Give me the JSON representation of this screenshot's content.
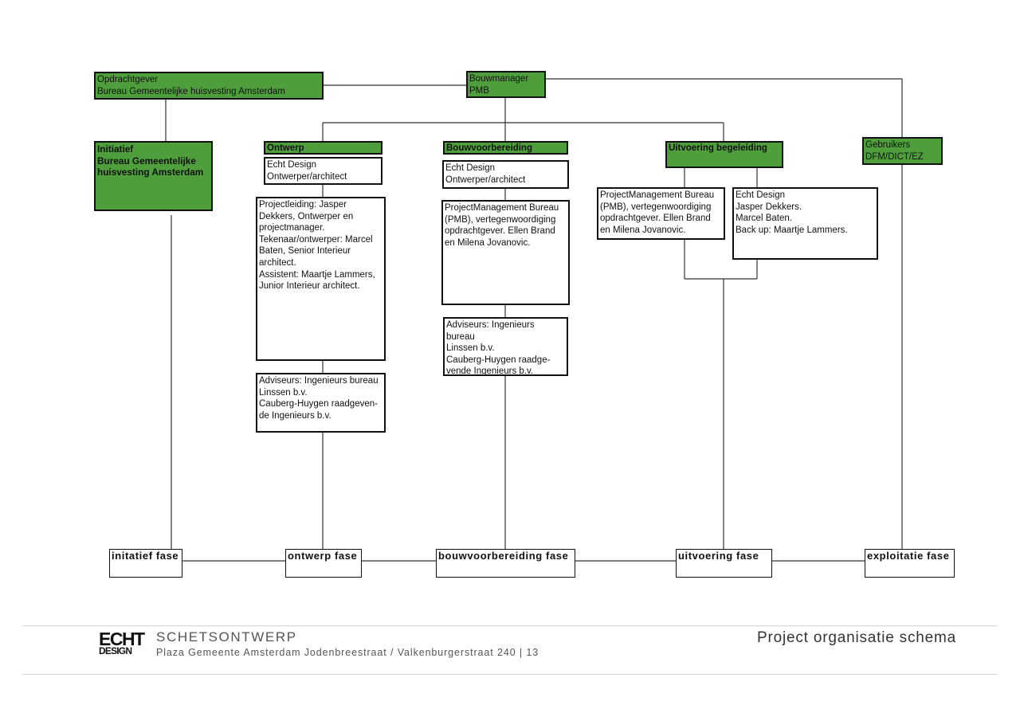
{
  "boxes": {
    "opdrachtgever": "Opdrachtgever\nBureau Gemeentelijke huisvesting Amsterdam",
    "bouwmanager": "Bouwmanager\nPMB",
    "initiatief": "Initiatief\nBureau Gemeentelijke\nhuisvesting Amsterdam",
    "gebruikers": "Gebruikers\nDFM/DICT/EZ",
    "ontwerp_header": "Ontwerp",
    "ontwerp_echt": "Echt Design\nOntwerper/architect",
    "ontwerp_projectleiding": "Projectleiding: Jasper\nDekkers, Ontwerper en\nprojectmanager.\nTekenaar/ontwerper: Marcel\nBaten, Senior Interieur\narchitect.\nAssistent: Maartje Lammers,\nJunior Interieur architect.",
    "ontwerp_adviseurs": "Adviseurs: Ingenieurs bureau\nLinssen b.v.\nCauberg-Huygen raadgeven-\nde Ingenieurs b.v.",
    "bouw_header": "Bouwvoorbereiding",
    "bouw_echt": "Echt Design\nOntwerper/architect",
    "bouw_pmb": "ProjectManagement Bureau\n(PMB), vertegenwoordiging\nopdrachtgever. Ellen Brand\nen Milena Jovanovic.",
    "bouw_adviseurs": "Adviseurs: Ingenieurs bureau\nLinssen b.v.\nCauberg-Huygen raadge-\nvende Ingenieurs b.v.",
    "uitv_header": "Uitvoering begeleiding",
    "uitv_pmb": "ProjectManagement Bureau\n(PMB), vertegenwoordiging\nopdrachtgever. Ellen Brand\nen Milena Jovanovic.",
    "uitv_echt": "Echt Design\nJasper Dekkers.\nMarcel Baten.\nBack up: Maartje Lammers."
  },
  "phases": {
    "initiatief": "initatief fase",
    "ontwerp": "ontwerp fase",
    "bouwvoorbereiding": "bouwvoorbereiding fase",
    "uitvoering": "uitvoering fase",
    "exploitatie": "exploitatie fase"
  },
  "footer": {
    "logo_line1": "ECHT",
    "logo_line2": "DESIGN",
    "title": "SCHETSONTWERP",
    "subtitle": "Plaza Gemeente Amsterdam Jodenbreestraat / Valkenburgerstraat 240  |  13",
    "page_title": "Project organisatie schema"
  },
  "colors": {
    "green": "#4f9e3c"
  }
}
